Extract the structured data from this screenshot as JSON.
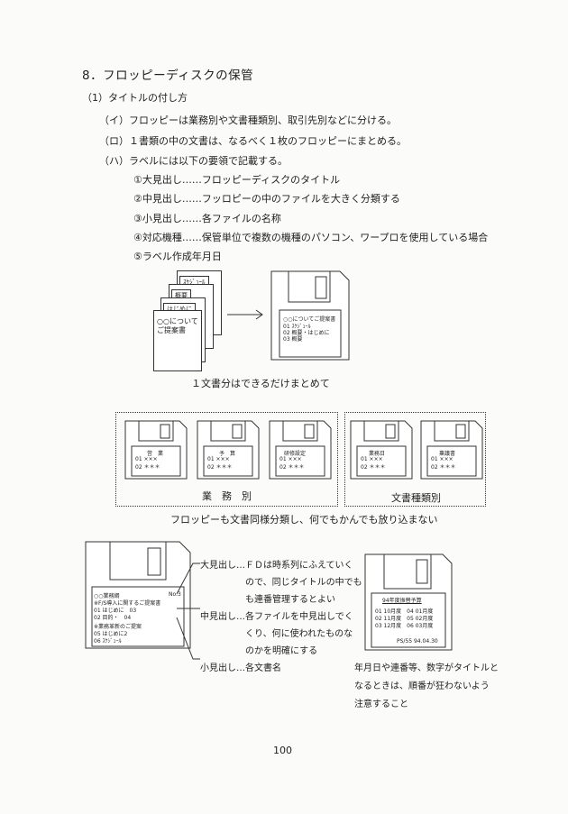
{
  "heading": "8．フロッピーディスクの保管",
  "subheading": "（1）タイトルの付し方",
  "items": [
    "（イ）フロッピーは業務別や文書種類別、取引先別などに分ける。",
    "（ロ）１書類の中の文書は、なるべく１枚のフロッピーにまとめる。",
    "（ハ）ラベルには以下の要領で記載する。"
  ],
  "label_rules": [
    "①大見出し……フロッピーディスクのタイトル",
    "②中見出し……フッロピーの中のファイルを大きく分類する",
    "③小見出し……各ファイルの名称",
    "④対応機種……保管単位で複数の機種のパソコン、ワープロを使用している場合",
    "⑤ラベル作成年月日"
  ],
  "fig1": {
    "stack_labels": [
      "ｽｹｼﾞｭｰﾙ",
      "概要",
      "はじめに",
      "○○について",
      "ご提案書"
    ],
    "disk_lines": [
      "○○についてご提案書",
      "01 ｽｹｼﾞｭｰﾙ",
      "02 概要・はじめに",
      "03 概要"
    ],
    "caption": "１文書分はできるだけまとめて"
  },
  "fig2": {
    "disks": [
      {
        "title": "営　業",
        "lines": [
          "01 ×××",
          "02 ＊＊＊"
        ]
      },
      {
        "title": "予　算",
        "lines": [
          "01 ×××",
          "02 ＊＊＊"
        ]
      },
      {
        "title": "研修設定",
        "lines": [
          "01 ×××",
          "02 ＊＊＊"
        ]
      },
      {
        "title": "業務日",
        "lines": [
          "01 ×××",
          "02 ＊＊＊"
        ]
      },
      {
        "title": "稟議書",
        "lines": [
          "01 ×××",
          "02 ＊＊＊"
        ]
      }
    ],
    "group1_label": "業　務　別",
    "group2_label": "文書種類別",
    "caption": "フロッピーも文書同様分類し、何でもかんでも放り込まない"
  },
  "fig3": {
    "disk_lines": [
      "○○業務綱",
      "No.3",
      "※F/S導入に関するご提案書",
      "01 はじめに　03",
      "02 目的・　04",
      "※業務革新のご提案",
      "05 はじめに2",
      "06 ｽｹｼﾞｭｰﾙ"
    ],
    "notes": [
      "大見出し…ＦＤは時系列にふえていく",
      "ので、同じタイトルの中でも",
      "も連番管理するとよい",
      "中見出し…各ファイルを中見出しでく",
      "くり、何に使われたものな",
      "のかを明確にする",
      "小見出し…各文書名"
    ]
  },
  "fig4": {
    "disk_lines": [
      "94年度振替予算",
      "01 10月度　04 01月度",
      "02 11月度　05 02月度",
      "03 12月度　06 03月度",
      "PS/55 94.04.30"
    ],
    "notes": [
      "年月日や連番等、数字がタイトルと",
      "なるときは、順番が狂わないよう",
      "注意すること"
    ]
  },
  "page_number": "100"
}
